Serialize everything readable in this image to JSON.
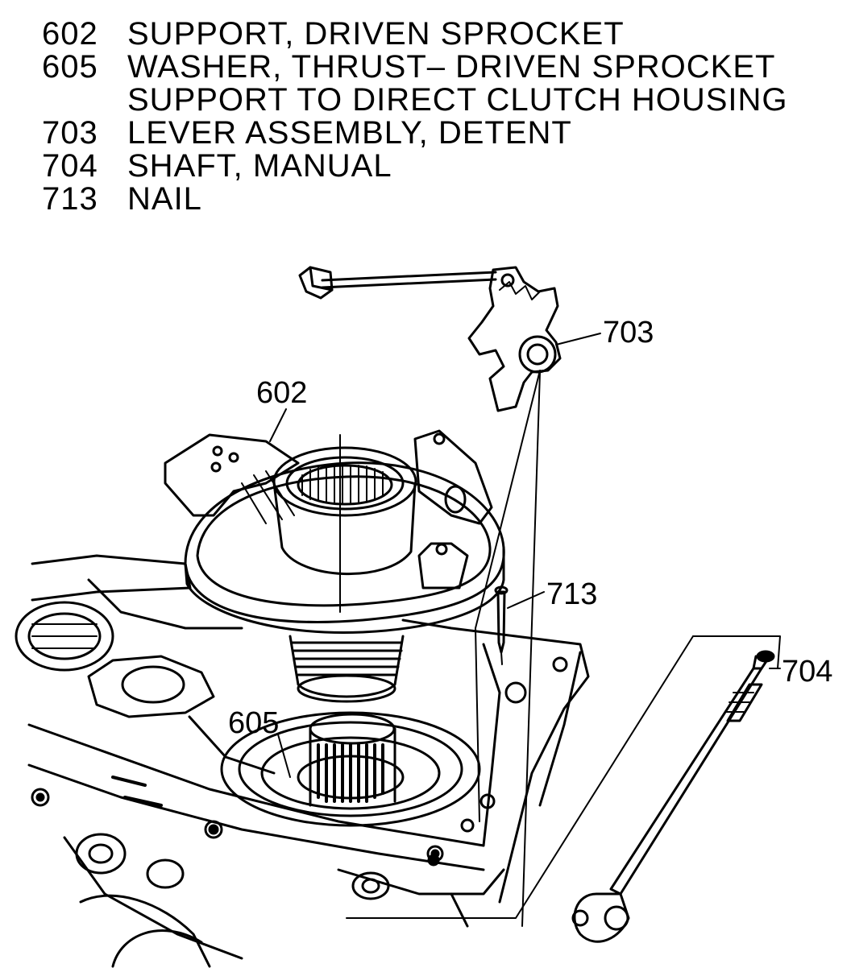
{
  "legend": [
    {
      "num": "602",
      "lines": [
        "SUPPORT, DRIVEN SPROCKET"
      ]
    },
    {
      "num": "605",
      "lines": [
        "WASHER, THRUST– DRIVEN SPROCKET",
        "SUPPORT TO DIRECT CLUTCH HOUSING"
      ]
    },
    {
      "num": "703",
      "lines": [
        "LEVER ASSEMBLY, DETENT"
      ]
    },
    {
      "num": "704",
      "lines": [
        "SHAFT, MANUAL"
      ]
    },
    {
      "num": "713",
      "lines": [
        "NAIL"
      ]
    }
  ],
  "callouts": {
    "c602": "602",
    "c605": "605",
    "c703": "703",
    "c704": "704",
    "c713": "713"
  }
}
